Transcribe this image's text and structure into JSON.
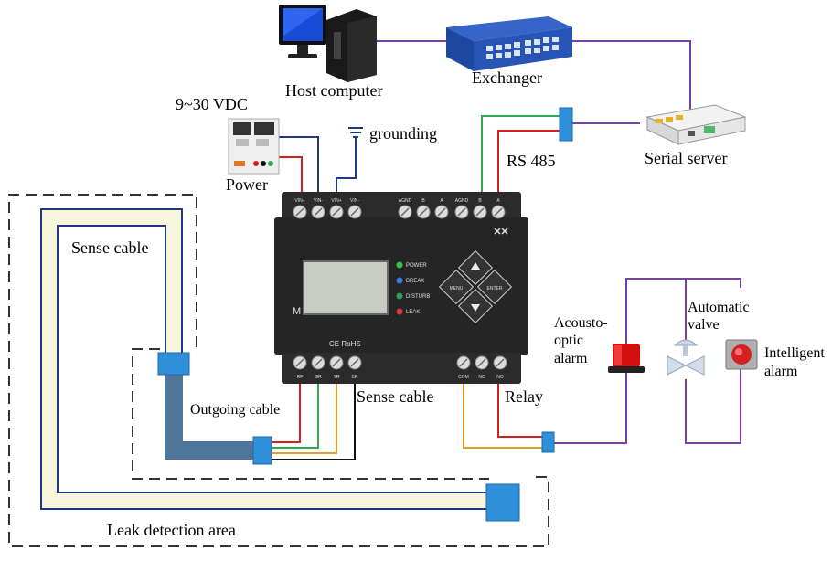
{
  "labels": {
    "host_computer": "Host computer",
    "exchanger": "Exchanger",
    "serial_server": "Serial server",
    "power_voltage": "9~30 VDC",
    "power": "Power",
    "grounding": "grounding",
    "rs485": "RS 485",
    "sense_cable_area": "Sense cable",
    "sense_cable_controller": "Sense cable",
    "outgoing_cable": "Outgoing cable",
    "relay": "Relay",
    "acousto_optic_alarm": [
      "Acousto-",
      "optic",
      "alarm"
    ],
    "automatic_valve": [
      "Automatic",
      "valve"
    ],
    "intelligent_alarm": [
      "Intelligent",
      "alarm"
    ],
    "leak_detection_area": "Leak detection area"
  },
  "controller": {
    "top_terminals": [
      "VIN+",
      "VIN-",
      "VIN+",
      "VIN-",
      "AGND",
      "B",
      "A",
      "AGND",
      "B",
      "A"
    ],
    "bottom_terminals": [
      "RF",
      "GR",
      "YR",
      "BR",
      "COM",
      "NC",
      "NO"
    ],
    "indicators": [
      {
        "label": "POWER",
        "color": "#36c24a"
      },
      {
        "label": "BREAK",
        "color": "#3b7be0"
      },
      {
        "label": "DISTURB",
        "color": "#2f9e5f"
      },
      {
        "label": "LEAK",
        "color": "#d83a3a"
      }
    ],
    "buttons": {
      "menu": "MENU",
      "enter": "ENTER"
    },
    "model_letter": "M",
    "cert": "CE RoHS"
  },
  "colors": {
    "network_line": "#7b3f9e",
    "power_line": "#1f3a7a",
    "red_wire": "#d62020",
    "green_wire": "#2fa84f",
    "yellow_wire": "#e0a020",
    "black_wire": "#111111",
    "sense_cable_fill": "#f7f5dc",
    "outgoing_cable_fill": "#4f7599",
    "connector_blue": "#2f8fd8"
  }
}
